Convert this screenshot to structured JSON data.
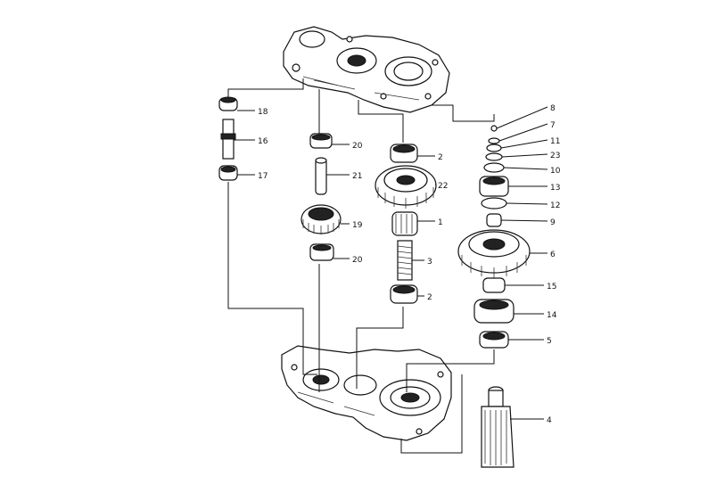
{
  "callouts": [
    {
      "id": "c18",
      "label": "18"
    },
    {
      "id": "c16",
      "label": "16"
    },
    {
      "id": "c17",
      "label": "17"
    },
    {
      "id": "c20a",
      "label": "20"
    },
    {
      "id": "c21",
      "label": "21"
    },
    {
      "id": "c19",
      "label": "19"
    },
    {
      "id": "c20b",
      "label": "20"
    },
    {
      "id": "c2a",
      "label": "2"
    },
    {
      "id": "c22",
      "label": "22"
    },
    {
      "id": "c1",
      "label": "1"
    },
    {
      "id": "c3",
      "label": "3"
    },
    {
      "id": "c2b",
      "label": "2"
    },
    {
      "id": "c8",
      "label": "8"
    },
    {
      "id": "c7",
      "label": "7"
    },
    {
      "id": "c11",
      "label": "11"
    },
    {
      "id": "c23",
      "label": "23"
    },
    {
      "id": "c10",
      "label": "10"
    },
    {
      "id": "c13",
      "label": "13"
    },
    {
      "id": "c12",
      "label": "12"
    },
    {
      "id": "c9",
      "label": "9"
    },
    {
      "id": "c6",
      "label": "6"
    },
    {
      "id": "c15",
      "label": "15"
    },
    {
      "id": "c14",
      "label": "14"
    },
    {
      "id": "c5",
      "label": "5"
    },
    {
      "id": "c4",
      "label": "4"
    }
  ]
}
